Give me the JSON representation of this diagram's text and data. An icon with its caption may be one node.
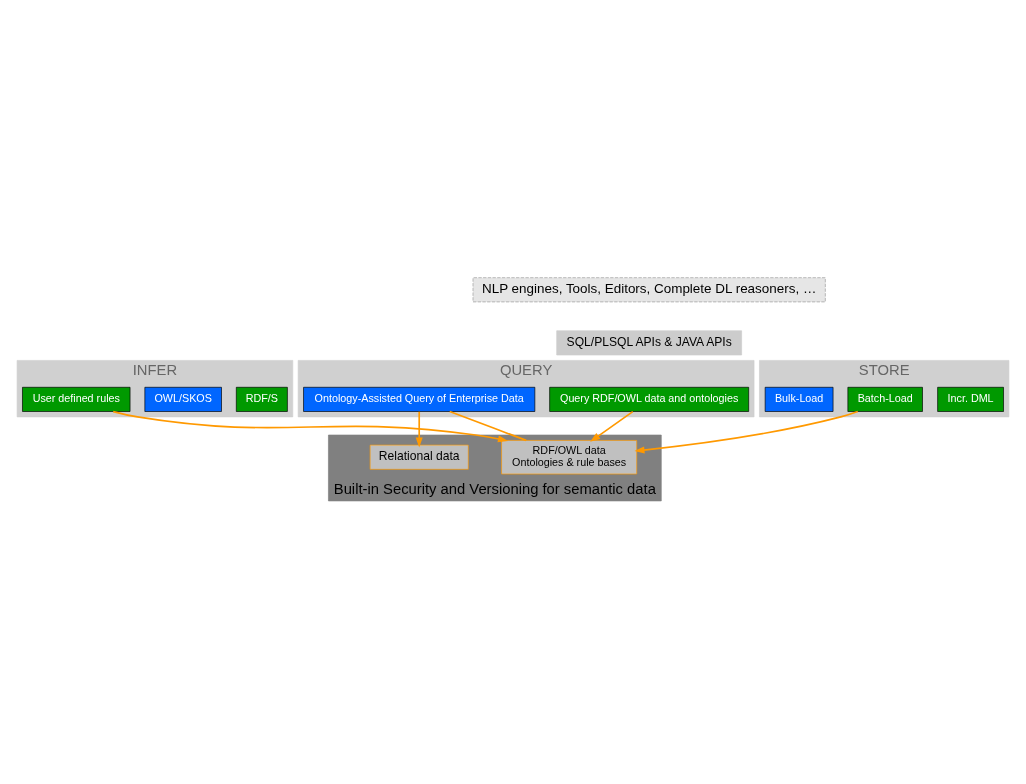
{
  "diagram": {
    "nodes": [
      {
        "text": [
          "NLP engines, Tools, Editors, Complete DL reasoners, …"
        ]
      },
      {
        "text": [
          "SQL/PLSQL APIs & JAVA APIs"
        ]
      },
      {
        "text": [
          "INFER"
        ]
      },
      {
        "text": [
          "RDF/S"
        ],
        "in": 2
      },
      {
        "text": [
          "OWL/SKOS"
        ],
        "in": 2
      },
      {
        "text": [
          "User defined rules"
        ],
        "in": 2
      },
      {
        "text": [
          "QUERY"
        ]
      },
      {
        "text": [
          "Query RDF/OWL data and ontologies"
        ],
        "in": 6
      },
      {
        "text": [
          "Ontology-Assisted Query of Enterprise Data"
        ],
        "in": 6
      },
      {
        "text": [
          "STORE"
        ]
      },
      {
        "text": [
          "Incr. DML"
        ],
        "in": 9
      },
      {
        "text": [
          "Batch-Load"
        ],
        "in": 9
      },
      {
        "text": [
          "Bulk-Load"
        ],
        "in": 9
      },
      {
        "text": [
          "Built-in Security and Versioning for semantic data"
        ]
      },
      {
        "text": [
          "RDF/OWL data",
          "Ontologies & rule bases"
        ],
        "in": 13
      },
      {
        "text": [
          "Relational data"
        ],
        "in": 13
      }
    ],
    "edges": [
      {
        "from": 5,
        "to": 14,
        "arrow": "to"
      },
      {
        "from": 7,
        "to": 14,
        "arrow": "to"
      },
      {
        "from": 8,
        "to": 14,
        "arrow": "none"
      },
      {
        "from": 8,
        "to": 15,
        "arrow": "to"
      },
      {
        "from": 11,
        "to": 14,
        "arrow": "to"
      }
    ]
  }
}
